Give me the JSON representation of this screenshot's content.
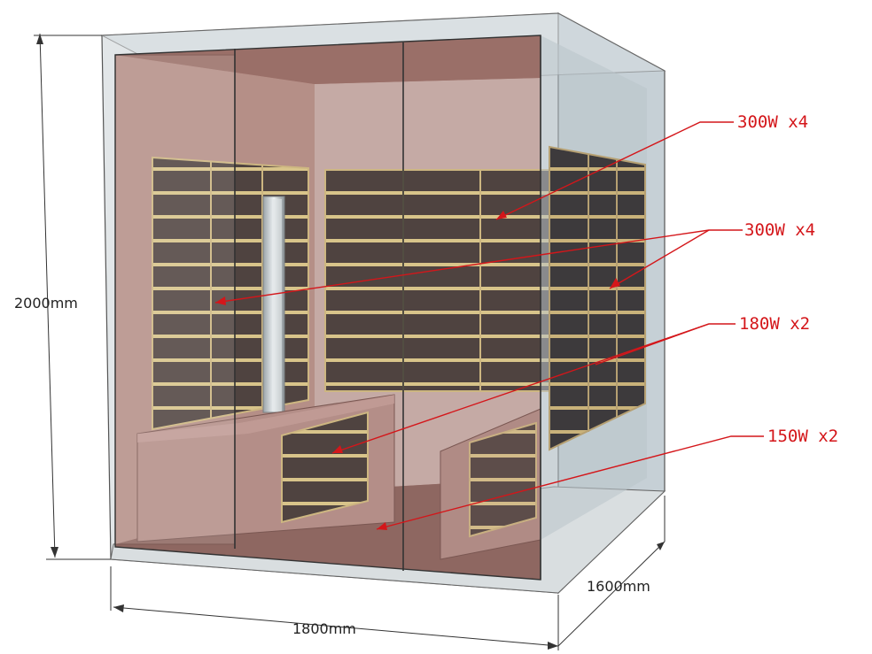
{
  "dimensions": {
    "height": "2000mm",
    "width": "1800mm",
    "depth": "1600mm"
  },
  "callouts": [
    {
      "text": "300W x4"
    },
    {
      "text": "300W x4"
    },
    {
      "text": "180W x2"
    },
    {
      "text": "150W x2"
    }
  ],
  "colors": {
    "callout": "#d4161a",
    "interior": "#a87c74",
    "glass": "#b9c4ca",
    "heater_panel": "#4f4340",
    "slat": "#d8c48a"
  }
}
